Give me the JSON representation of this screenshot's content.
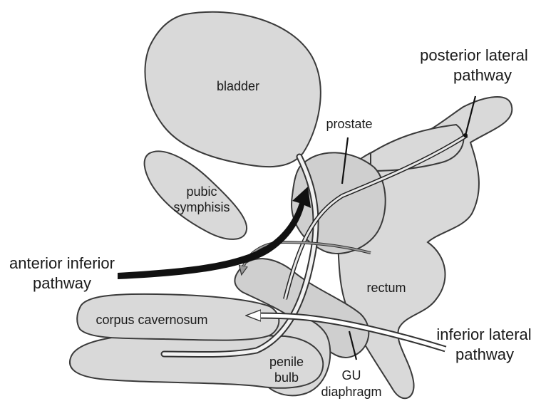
{
  "labels": {
    "bladder": "bladder",
    "prostate": "prostate",
    "pubic_symphisis_1": "pubic",
    "pubic_symphisis_2": "symphisis",
    "rectum": "rectum",
    "corpus_cavernosum": "corpus cavernosum",
    "penile_bulb_1": "penile",
    "penile_bulb_2": "bulb",
    "gu_diaphragm_1": "GU",
    "gu_diaphragm_2": "diaphragm"
  },
  "pathways": {
    "posterior_lateral_1": "posterior lateral",
    "posterior_lateral_2": "pathway",
    "anterior_inferior_1": "anterior inferior",
    "anterior_inferior_2": "pathway",
    "inferior_lateral_1": "inferior lateral",
    "inferior_lateral_2": "pathway"
  },
  "colors": {
    "organ_fill": "#d9d9d9",
    "outline": "#3a3a3a",
    "pathway_dark": "#111111",
    "pathway_light": "#ffffff"
  }
}
